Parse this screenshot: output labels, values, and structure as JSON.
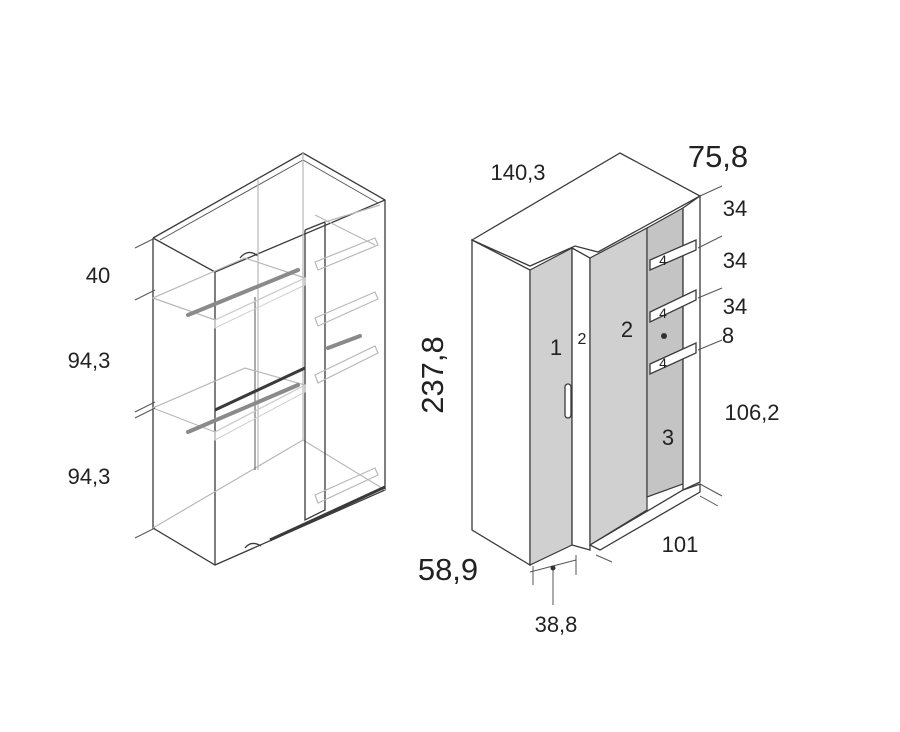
{
  "left_view": {
    "dims": {
      "top_section": "40",
      "middle_section": "94,3",
      "bottom_section": "94,3"
    }
  },
  "right_view": {
    "dims": {
      "width_top": "140,3",
      "depth": "75,8",
      "height": "237,8",
      "shelf_gap_1": "34",
      "shelf_gap_2": "34",
      "shelf_gap_3": "34",
      "shelf_gap_4": "8",
      "lower_height": "106,2",
      "inner_width": "101",
      "corner_depth": "58,9",
      "door_width": "38,8"
    },
    "labels": {
      "door_1": "1",
      "door_2_small": "2",
      "door_2": "2",
      "compartment_3": "3",
      "shelf_4a": "4",
      "shelf_4b": "4",
      "shelf_4c": "4"
    }
  }
}
